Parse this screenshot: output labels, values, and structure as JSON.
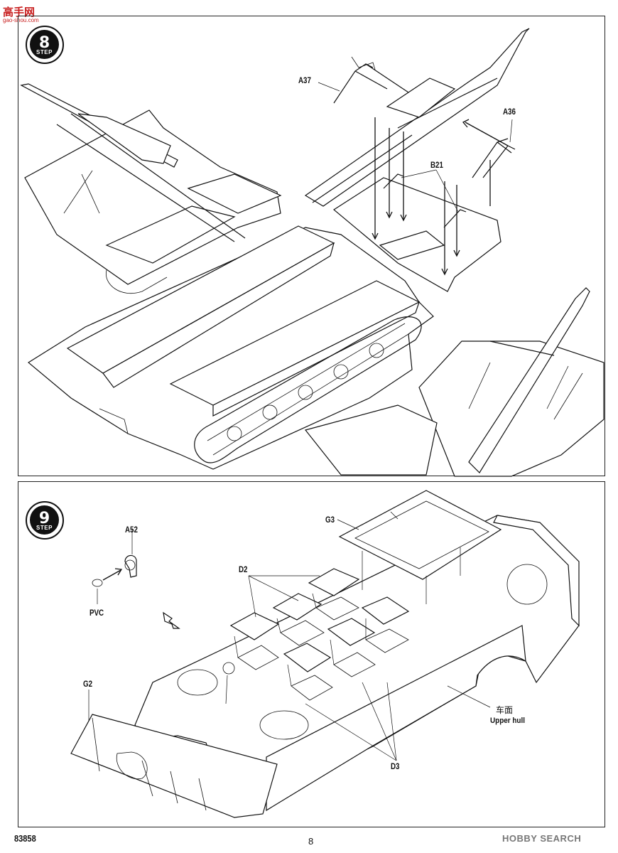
{
  "watermark_top": {
    "brand": "高手网",
    "url": "gao-shou.com"
  },
  "steps": [
    {
      "number": "8",
      "word": "STEP"
    },
    {
      "number": "9",
      "word": "STEP"
    }
  ],
  "top_panel": {
    "labels": {
      "a37": "A37",
      "a36": "A36",
      "b21": "B21"
    }
  },
  "bottom_panel": {
    "labels": {
      "a52": "A52",
      "pvc": "PVC",
      "g3": "G3",
      "d2": "D2",
      "g2": "G2",
      "d3": "D3",
      "upper_hull_cn": "车面",
      "upper_hull_en": "Upper hull"
    }
  },
  "footer": {
    "code": "83858",
    "page": "8",
    "watermark": "HOBBY SEARCH"
  }
}
